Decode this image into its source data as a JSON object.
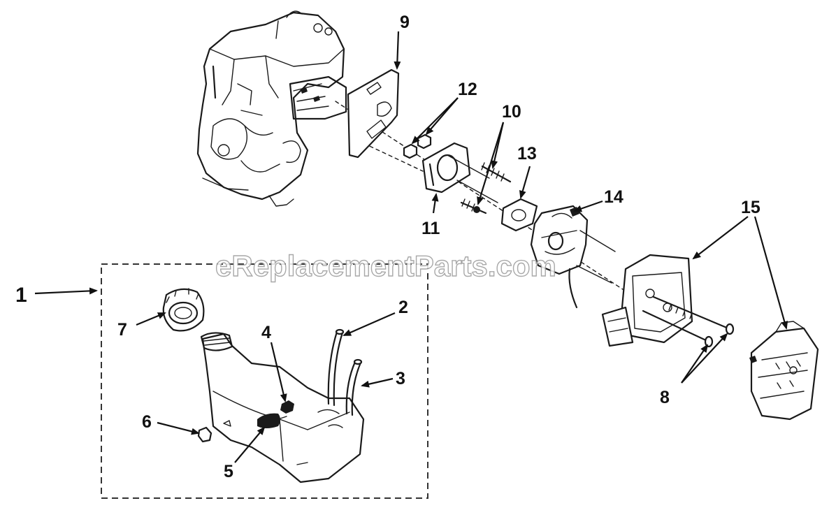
{
  "watermark": "eReplacementParts.com",
  "callouts": {
    "kit": "1",
    "line_upper": "2",
    "line_lower": "3",
    "grommet": "4",
    "fuel_filter": "5",
    "clip": "6",
    "fuel_cap": "7",
    "screws": "8",
    "gasket_plate": "9",
    "studs": "10",
    "adapter": "11",
    "nuts": "12",
    "gasket": "13",
    "carburetor": "14",
    "air_cleaner": "15"
  }
}
